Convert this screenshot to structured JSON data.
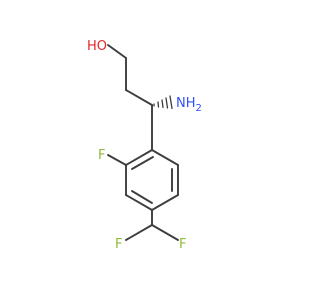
{
  "molecule": {
    "atoms": {
      "hydroxyl": {
        "label": "HO",
        "color": "#e8252b"
      },
      "amine": {
        "label": "NH",
        "subscript": "2",
        "color": "#3050f8"
      },
      "ring_fluorine": {
        "label": "F",
        "color": "#8fba3a"
      },
      "difluoro_left": {
        "label": "F",
        "color": "#8fba3a"
      },
      "difluoro_right": {
        "label": "F",
        "color": "#8fba3a"
      }
    },
    "bond_color": "#3d3d3d"
  }
}
